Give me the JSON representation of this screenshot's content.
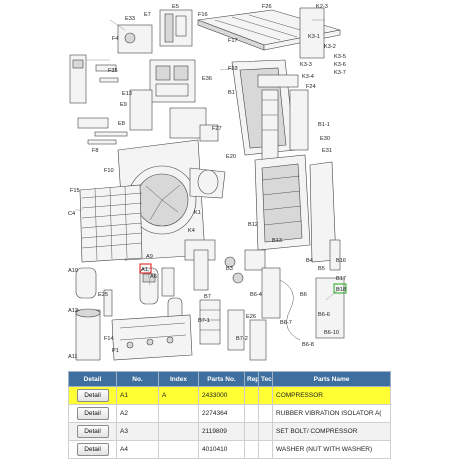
{
  "diagram_labels": {
    "e3": "E33",
    "e7": "E7",
    "e5": "E5",
    "f26": "F26",
    "f16": "F16",
    "k23": "K2-3",
    "f17": "F17",
    "k31": "K3-1",
    "k32": "K3-2",
    "k35": "K3-5",
    "k36": "K3-6",
    "k37": "K3-7",
    "k33": "K3-3",
    "k34": "K3-4",
    "f35": "F35",
    "f4": "F4",
    "f23": "F23",
    "f24": "F24",
    "b1": "B1",
    "b11": "B1-1",
    "e30": "E30",
    "e31": "E31",
    "e36": "E36",
    "e13": "E13",
    "e9": "E9",
    "e8": "E8",
    "f27": "F27",
    "f8": "F8",
    "f10": "F10",
    "f15": "F15",
    "c4": "C4",
    "k1": "K1",
    "k4": "K4",
    "b12": "B12",
    "b16": "B16",
    "b17": "B17",
    "b18": "B18",
    "a10": "A10",
    "a12": "A12",
    "a11": "A11",
    "e25": "E25",
    "f14": "F14",
    "p1": "P1",
    "a1": "A1",
    "a6": "A6",
    "a9": "A9",
    "b7": "B7",
    "b6": "B6",
    "b13": "B13",
    "b3": "B3",
    "b4": "B4",
    "b5": "B5",
    "e26": "E26",
    "b64": "B6-4",
    "b71": "B7-1",
    "b72": "B7-2",
    "b66": "B6-6",
    "b67": "B6-7",
    "b610": "B6-10",
    "b68": "B6-8",
    "e20": "E20"
  },
  "table": {
    "headers": [
      "Detail",
      "No.",
      "Index",
      "Parts No.",
      "Rep",
      "Tec",
      "Parts Name"
    ],
    "rows": [
      {
        "detail": "Detail",
        "no": "A1",
        "index": "A",
        "parts_no": "2433000",
        "rep": "",
        "tec": "",
        "name": "COMPRESSOR"
      },
      {
        "detail": "Detail",
        "no": "A2",
        "index": "",
        "parts_no": "2274364",
        "rep": "",
        "tec": "",
        "name": "RUBBER VIBRATION ISOLATOR A("
      },
      {
        "detail": "Detail",
        "no": "A3",
        "index": "",
        "parts_no": "2119809",
        "rep": "",
        "tec": "",
        "name": "SET BOLT/ COMPRESSOR"
      },
      {
        "detail": "Detail",
        "no": "A4",
        "index": "",
        "parts_no": "4010410",
        "rep": "",
        "tec": "",
        "name": "WASHER (NUT WITH WASHER)"
      }
    ]
  },
  "colors": {
    "header_bg": "#3f6f9e",
    "highlight_row": "#ffff33",
    "highlight_box": "#e01010",
    "highlight_box_2": "#22aa22"
  }
}
